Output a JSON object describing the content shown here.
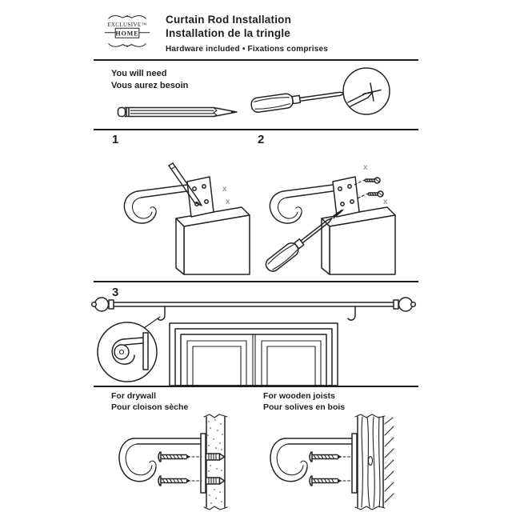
{
  "brand": {
    "name_top": "EXCLUSIVE™",
    "name_bottom": "HOME"
  },
  "header": {
    "title_en": "Curtain Rod Installation",
    "title_fr": "Installation de la tringle",
    "subtitle": "Hardware included • Fixations comprises"
  },
  "you_will_need": {
    "en": "You will need",
    "fr": "Vous aurez besoin"
  },
  "steps": {
    "one": "1",
    "two": "2",
    "three": "3"
  },
  "marks": {
    "placement_x": "x"
  },
  "mounting": {
    "drywall_en": "For drywall",
    "drywall_fr": "Pour cloison sèche",
    "wood_en": "For wooden joists",
    "wood_fr": "Pour solives en bois"
  },
  "colors": {
    "ink": "#1f1f1f",
    "paper": "#ffffff",
    "mark_gray": "#9b9b9b"
  }
}
